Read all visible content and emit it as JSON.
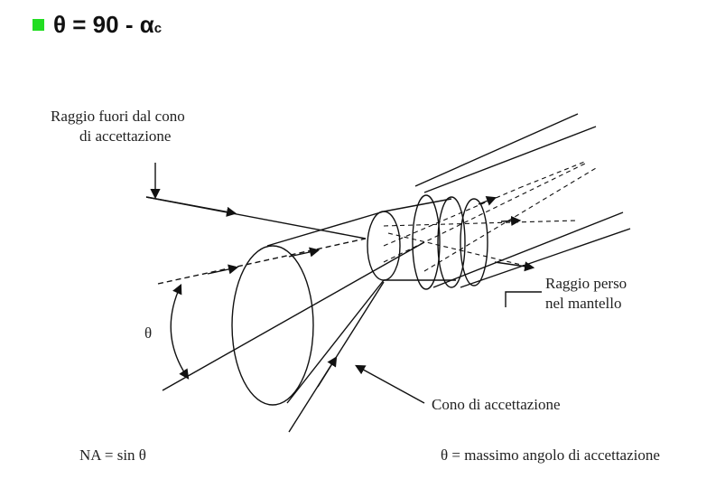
{
  "header": {
    "formula_main": "θ = 90 - α",
    "formula_sub": "c",
    "bullet_color": "#22dd22"
  },
  "diagram": {
    "label_ray_out_line1": "Raggio fuori dal cono",
    "label_ray_out_line2": "di accettazione",
    "label_lost_line1": "Raggio perso",
    "label_lost_line2": "nel mantello",
    "label_theta": "θ",
    "label_cone": "Cono di accettazione"
  },
  "footer": {
    "na_formula": "NA = sin θ",
    "theta_definition": "θ = massimo angolo di accettazione"
  }
}
